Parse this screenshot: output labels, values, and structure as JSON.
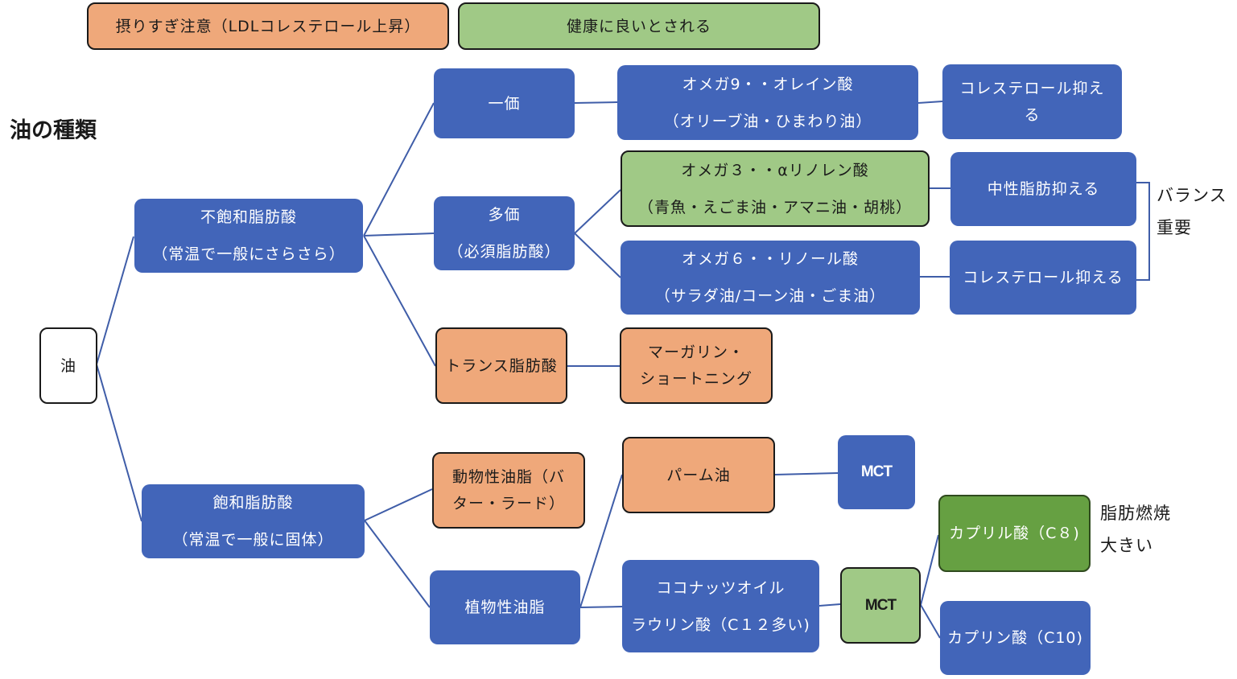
{
  "title": "油の種類",
  "legend": {
    "caution": "摂りすぎ注意（LDLコレステロール上昇）",
    "healthy": "健康に良いとされる"
  },
  "colors": {
    "blue": "#4265b9",
    "orange": "#efa87a",
    "light_green": "#a0c986",
    "dark_green": "#66a042",
    "line": "#3f5da8"
  },
  "nodes": {
    "oil": "油",
    "unsaturated": {
      "line1": "不飽和脂肪酸",
      "line2": "（常温で一般にさらさら）"
    },
    "saturated": {
      "line1": "飽和脂肪酸",
      "line2": "（常温で一般に固体）"
    },
    "mono": "一価",
    "poly": {
      "line1": "多価",
      "line2": "（必須脂肪酸）"
    },
    "trans": "トランス脂肪酸",
    "omega9": {
      "line1": "オメガ9・・オレイン酸",
      "line2": "（オリーブ油・ひまわり油）"
    },
    "omega3": {
      "line1": "オメガ３・・αリノレン酸",
      "line2": "（青魚・えごま油・アマニ油・胡桃）"
    },
    "omega6": {
      "line1": "オメガ６・・リノール酸",
      "line2": "（サラダ油/コーン油・ごま油）"
    },
    "chol1": {
      "line1": "コレステロール抑え",
      "line2": "る"
    },
    "neutral_fat": "中性脂肪抑える",
    "chol2": "コレステロール抑える",
    "balance": {
      "line1": "バランス",
      "line2": "重要"
    },
    "margarine": {
      "line1": "マーガリン・",
      "line2": "ショートニング"
    },
    "animal": {
      "line1": "動物性油脂（バ",
      "line2": "ター・ラード）"
    },
    "plant": "植物性油脂",
    "palm": "パーム油",
    "mct1": "MCT",
    "coconut": {
      "line1": "ココナッツオイル",
      "line2": "ラウリン酸（C１２多い)"
    },
    "mct2": "MCT",
    "caprylic": "カプリル酸（C８)",
    "capric": "カプリン酸（C10)",
    "fat_burn": {
      "line1": "脂肪燃焼",
      "line2": "大きい"
    }
  }
}
